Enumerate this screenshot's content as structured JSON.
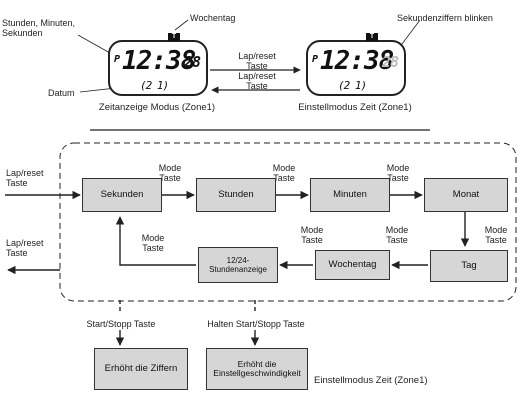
{
  "top": {
    "label_smh": [
      "Stunden, Minuten,",
      "Sekunden"
    ],
    "label_weekday": "Wochentag",
    "label_date": "Datum",
    "label_blink": "Sekundenziffern blinken",
    "left_caption": "Zeitanzeige Modus (Zone1)",
    "right_caption": "Einstellmodus Zeit (Zone1)",
    "arrow_top_label": [
      "Lap/reset",
      "Taste"
    ],
    "arrow_bottom_label": [
      "Lap/reset",
      "Taste"
    ],
    "watch_left": {
      "p": "P",
      "time": "12:38",
      "sec": "28",
      "date": "(2 1)",
      "badge": "T"
    },
    "watch_right": {
      "p": "P",
      "time": "12:38",
      "sec": "28",
      "date": "(2 1)",
      "badge": "T"
    }
  },
  "flow": {
    "boxes": {
      "sekunden": "Sekunden",
      "stunden": "Stunden",
      "minuten": "Minuten",
      "monat": "Monat",
      "tag": "Tag",
      "wochentag": "Wochentag",
      "stundenanzeige": [
        "12/24-",
        "Stundenanzeige"
      ]
    },
    "mode_label": [
      "Mode",
      "Taste"
    ],
    "lap_in": [
      "Lap/reset",
      "Taste"
    ],
    "lap_out": [
      "Lap/reset",
      "Taste"
    ],
    "start_stop": "Start/Stopp Taste",
    "hold_start_stop": "Halten Start/Stopp Taste",
    "result_left": "Erhöht die Ziffern",
    "result_right": [
      "Erhöht die",
      "Einstellgeschwindigkeit"
    ],
    "caption": "Einstellmodus Zeit (Zone1)"
  }
}
